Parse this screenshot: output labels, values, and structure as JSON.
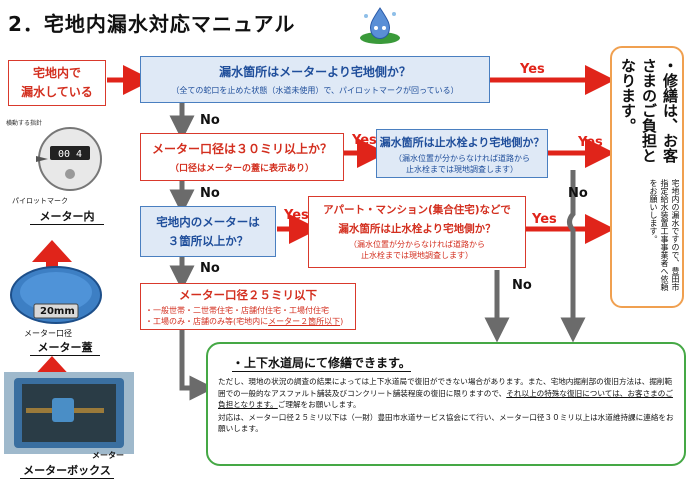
{
  "title": "2．宅地内漏水対応マニュアル",
  "start": {
    "line1": "宅地内で",
    "line2": "漏水している"
  },
  "q1": {
    "title": "漏水箇所はメーターより宅地側か？",
    "note": "（全ての蛇口を止めた状態（水道未使用）で、パイロットマークが回っている）"
  },
  "q2": {
    "title": "メーター口径は３０ミリ以上か？",
    "note": "（口径はメーターの蓋に表示あり）"
  },
  "q2b": {
    "title": "漏水箇所は止水栓より宅地側か？",
    "note1": "（漏水位置が分からなければ道路から",
    "note2": "止水栓までは現地調査します）"
  },
  "q3": {
    "line1": "宅地内のメーターは",
    "line2": "３箇所以上か？"
  },
  "q3b": {
    "line1": "アパート・マンション(集合住宅)などで",
    "line2": "漏水箇所は止水栓より宅地側か？",
    "note1": "（漏水位置が分からなければ道路から",
    "note2": "止水栓までは現地調査します）"
  },
  "q4": {
    "title": "メーター口径２５ミリ以下",
    "item1": "・一般世帯・二世帯住宅・店舗付住宅・工場付住宅",
    "item2a": "・工場のみ・店舗のみ等(宅地内に",
    "item2b": "メーター２箇所以下",
    "item2c": ")"
  },
  "labels": {
    "yes": "Yes",
    "no": "No"
  },
  "right": {
    "main": "・修繕は、お客さまのご負担となります。",
    "sub": "宅地内の漏水ですので、豊田市指定給水装置工事事業者へ依頼をお願いします。"
  },
  "bottom": {
    "heading": "・上下水道局にて修繕できます。",
    "p1a": "ただし、現地の状況の調査の結果によっては上下水道局で復旧ができない場合があります。また、宅地内掘削部の復旧方法は、掘削範囲での一般的なアスファルト舗装及びコンクリート舗装程度の復旧に限りますので、",
    "p1b": "それ以上の特殊な復旧については、お客さまのご負担となります。",
    "p1c": "ご理解をお願いします。",
    "p2": "対応は、メーター口径２５ミリ以下は（一財）豊田市水道サービス協会にて行い、メーター口径３０ミリ以上は水道維持課に連絡をお願いします。"
  },
  "captions": {
    "pilot_top": "横動する指針",
    "pilot": "パイロットマーク",
    "meter_inside": "メーター内",
    "size": "20mm",
    "size_label": "メーター口径",
    "lid": "メーター蓋",
    "meter_label": "メーター",
    "box": "メーターボックス"
  },
  "colors": {
    "arrow_red": "#e0241a",
    "arrow_gray": "#6b6b6b",
    "border_green": "#45a845",
    "border_orange": "#f0a050"
  }
}
